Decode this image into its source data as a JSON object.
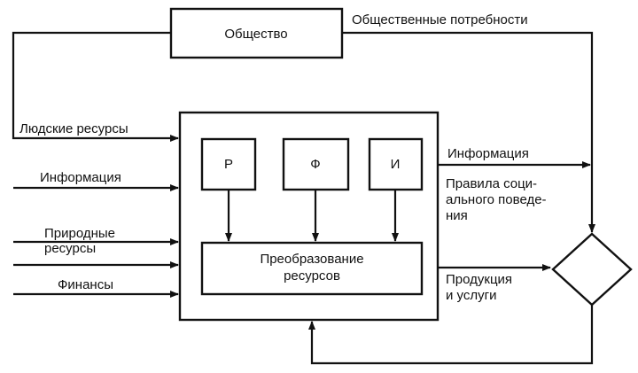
{
  "diagram": {
    "society_box": "Общество",
    "top_label": "Общественные потребности",
    "inputs": {
      "human_resources": "Людские ресурсы",
      "information": "Информация",
      "natural_resources_line1": "Природные",
      "natural_resources_line2": "ресурсы",
      "finances": "Финансы"
    },
    "inner_boxes": {
      "r": "Р",
      "f": "Ф",
      "i": "И"
    },
    "transform_line1": "Преобразование",
    "transform_line2": "ресурсов",
    "outputs": {
      "information": "Информация",
      "rules_line1": "Правила соци-",
      "rules_line2": "ального поведе-",
      "rules_line3": "ния",
      "products_line1": "Продукция",
      "products_line2": "и услуги"
    }
  }
}
